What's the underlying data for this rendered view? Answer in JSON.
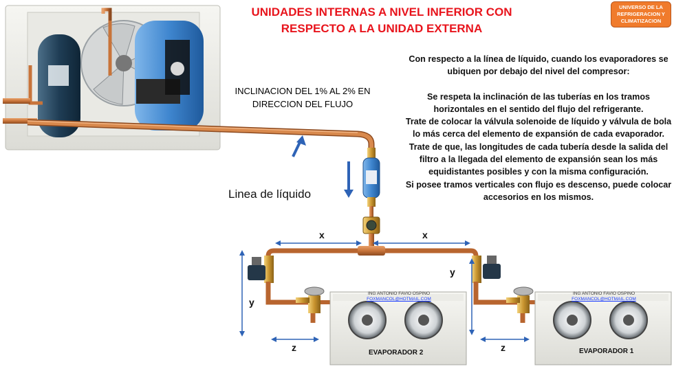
{
  "title": {
    "line1": "UNIDADES INTERNAS A NIVEL INFERIOR CON",
    "line2": "RESPECTO A LA UNIDAD EXTERNA"
  },
  "badge": {
    "line1": "UNIVERSO DE LA",
    "line2": "REFRIGERACION Y",
    "line3": "CLIMATIZACION"
  },
  "inclination": {
    "line1": "INCLINACION DEL 1% AL 2% EN",
    "line2": "DIRECCION DEL FLUJO"
  },
  "liquid_line_label": "Linea de líquido",
  "description": {
    "intro": "Con respecto a la línea de líquido, cuando los evaporadores se ubiquen por debajo del nivel del compresor:",
    "p1": "Se respeta la inclinación de las tuberías en los tramos horizontales en el sentido del flujo del refrigerante.",
    "p2": "Trate de colocar la válvula solenoide de líquido y válvula de bola lo más cerca del elemento de expansión de cada evaporador.",
    "p3": "Trate de que, las longitudes de cada tubería desde la salida del filtro a la llegada del elemento de expansión sean los más equidistantes posibles y con la misma configuración.",
    "p4": "Si posee tramos verticales con flujo es descenso, puede colocar accesorios en los mismos."
  },
  "dimensions": {
    "x_left": "x",
    "x_right": "x",
    "y_left": "y",
    "y_right": "y",
    "z_left": "z",
    "z_right": "z"
  },
  "evaporators": [
    {
      "label": "EVAPORADOR 2",
      "credit_name": "ING ANTONIO FAVIO OSPINO",
      "credit_email": "FOXMANCOL@HOTMAIL.COM"
    },
    {
      "label": "EVAPORADOR 1",
      "credit_name": "ING ANTONIO FAVIO OSPINO",
      "credit_email": "FOXMANCOL@HOTMAIL.COM"
    }
  ],
  "colors": {
    "title": "#e8141c",
    "badge": "#f07b2c",
    "copper": "#c8743a",
    "arrow": "#2e63b6",
    "compressor_blue": "#3f86cf",
    "compressor_dark": "#1f3d55"
  }
}
